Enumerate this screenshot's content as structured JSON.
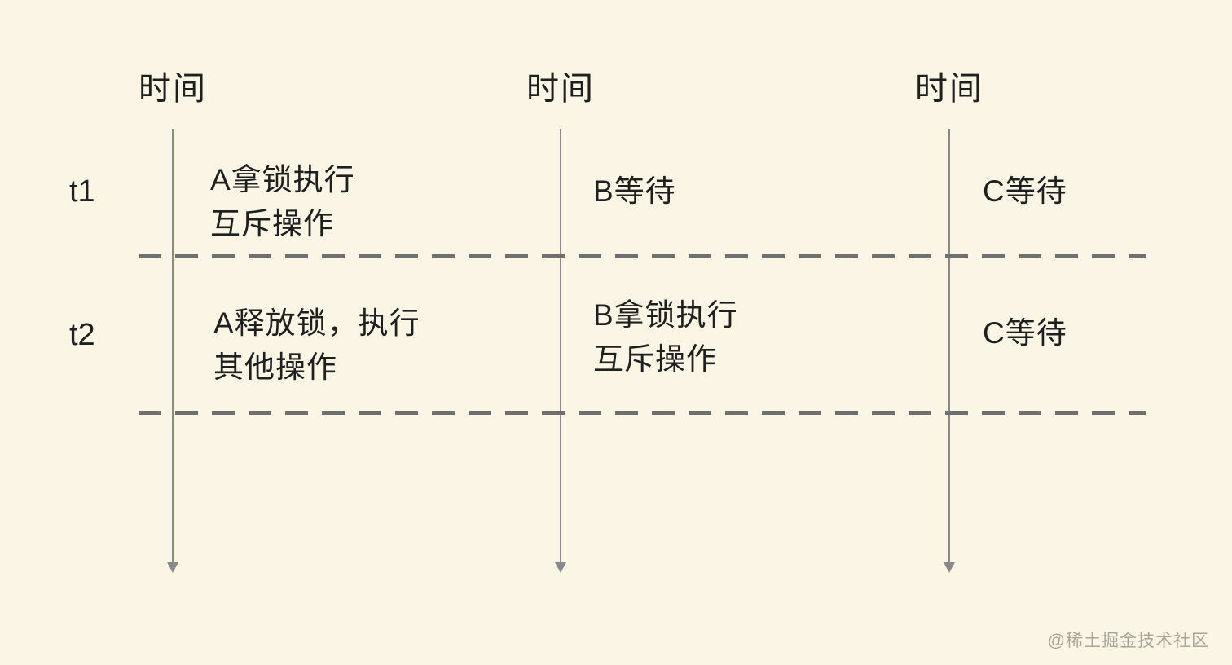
{
  "colors": {
    "bg": "#faf5e4",
    "line": "#8a8a8a",
    "dash": "#6f6f6f",
    "text": "#1f1f1f",
    "watermark": "#a8a599"
  },
  "timelines": [
    {
      "label": "时间"
    },
    {
      "label": "时间"
    },
    {
      "label": "时间"
    }
  ],
  "rows": [
    {
      "label": "t1"
    },
    {
      "label": "t2"
    }
  ],
  "cells": [
    {
      "row": "t1",
      "thread": "A",
      "text": "A拿锁执行\n互斥操作"
    },
    {
      "row": "t1",
      "thread": "B",
      "text": "B等待"
    },
    {
      "row": "t1",
      "thread": "C",
      "text": "C等待"
    },
    {
      "row": "t2",
      "thread": "A",
      "text": "A释放锁，执行\n其他操作"
    },
    {
      "row": "t2",
      "thread": "B",
      "text": "B拿锁执行\n互斥操作"
    },
    {
      "row": "t2",
      "thread": "C",
      "text": "C等待"
    }
  ],
  "watermark": "@稀土掘金技术社区"
}
